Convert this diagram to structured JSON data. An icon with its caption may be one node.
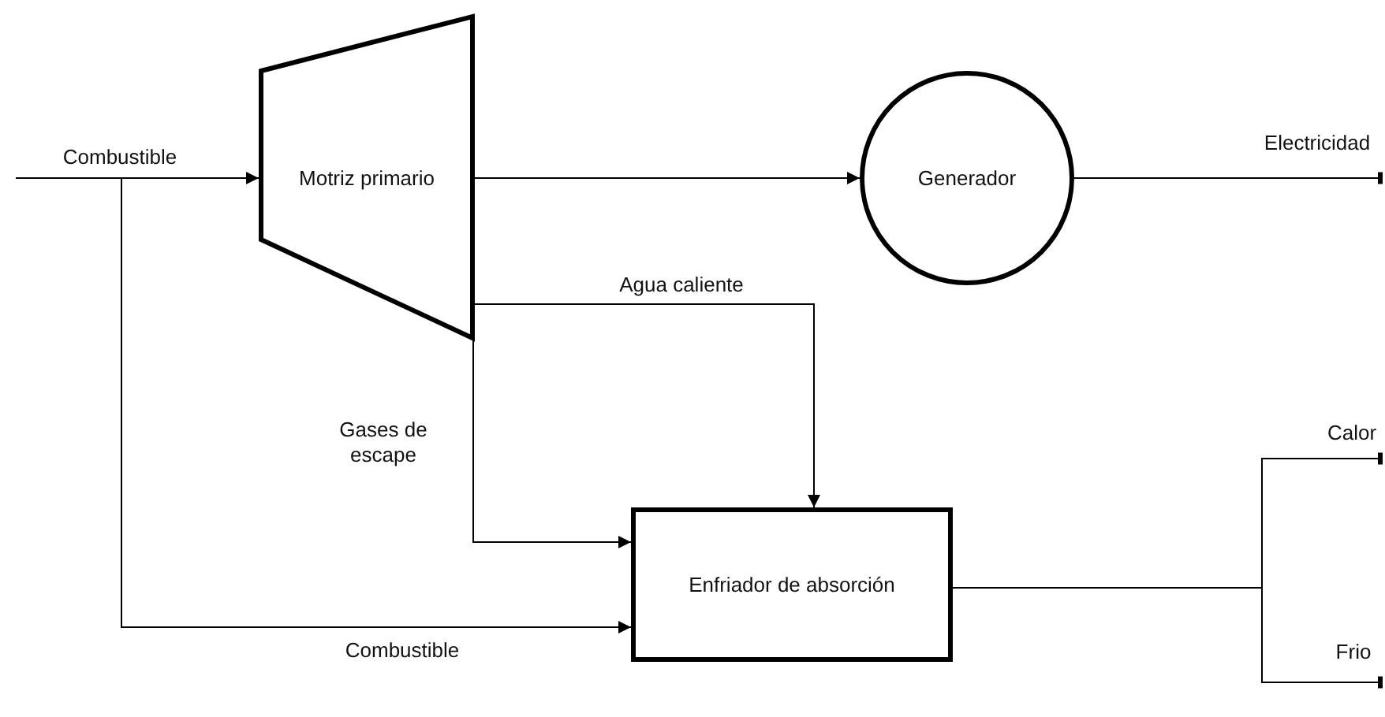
{
  "diagram": {
    "nodes": [
      {
        "text": [
          "Motriz primario"
        ]
      },
      {
        "text": [
          "Generador"
        ]
      },
      {
        "text": [
          "Enfriador de absorción"
        ]
      }
    ],
    "edges": [
      {
        "from": null,
        "to": 0,
        "arrow": "to",
        "label": "Combustible"
      },
      {
        "from": null,
        "to": 2,
        "arrow": "to",
        "label": "Combustible"
      },
      {
        "from": 0,
        "to": 1,
        "arrow": "to"
      },
      {
        "from": 0,
        "to": 2,
        "arrow": "to",
        "label": "Agua caliente"
      },
      {
        "from": 0,
        "to": 2,
        "arrow": "to",
        "label": "Gases de escape"
      },
      {
        "from": 1,
        "to": null,
        "arrow": "other",
        "label": "Electricidad"
      },
      {
        "from": 2,
        "to": null,
        "arrow": "other",
        "label": "Calor"
      },
      {
        "from": 2,
        "to": null,
        "arrow": "other",
        "label": "Frio"
      }
    ]
  }
}
